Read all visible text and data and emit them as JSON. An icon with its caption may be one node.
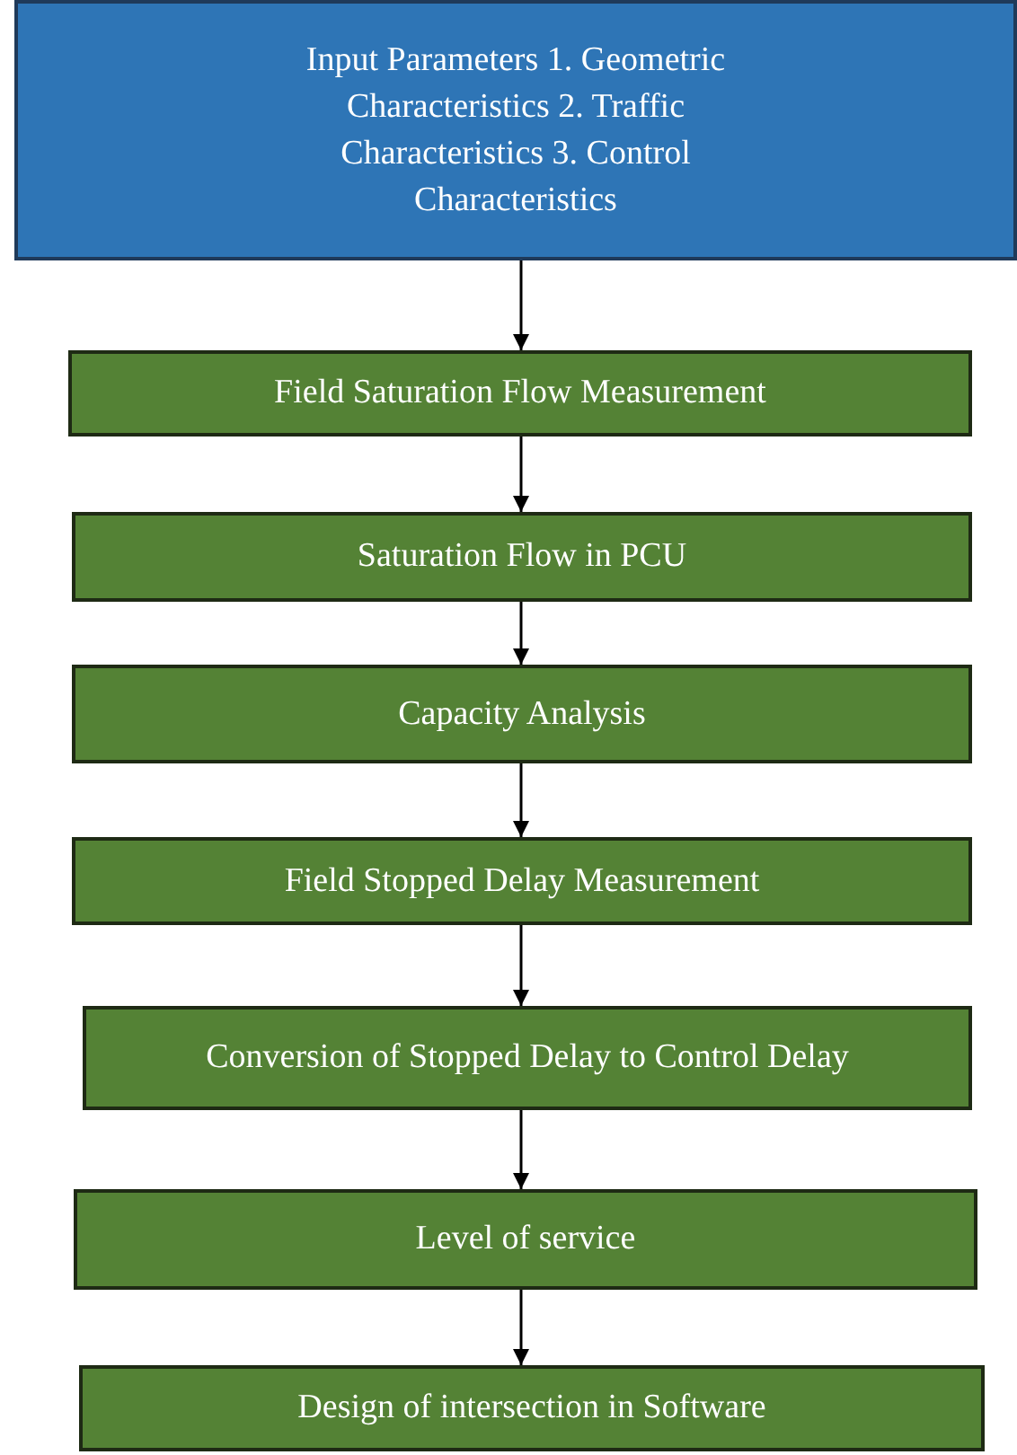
{
  "diagram": {
    "nodes": [
      {
        "text": [
          "Input Parameters 1. Geometric Characteristics 2. Traffic Characteristics 3. Control Characteristics"
        ]
      },
      {
        "text": [
          "Field Saturation Flow Measurement"
        ]
      },
      {
        "text": [
          "Saturation Flow in PCU"
        ]
      },
      {
        "text": [
          "Capacity Analysis"
        ]
      },
      {
        "text": [
          "Field Stopped Delay Measurement"
        ]
      },
      {
        "text": [
          "Conversion of Stopped Delay to Control Delay"
        ]
      },
      {
        "text": [
          "Level of service"
        ]
      },
      {
        "text": [
          "Design of intersection in Software"
        ]
      }
    ],
    "edges": [
      {
        "from": 0,
        "to": 1,
        "arrow": "to"
      },
      {
        "from": 1,
        "to": 2,
        "arrow": "to"
      },
      {
        "from": 2,
        "to": 3,
        "arrow": "to"
      },
      {
        "from": 3,
        "to": 4,
        "arrow": "to"
      },
      {
        "from": 4,
        "to": 5,
        "arrow": "to"
      },
      {
        "from": 5,
        "to": 6,
        "arrow": "to"
      },
      {
        "from": 6,
        "to": 7,
        "arrow": "to"
      }
    ]
  }
}
